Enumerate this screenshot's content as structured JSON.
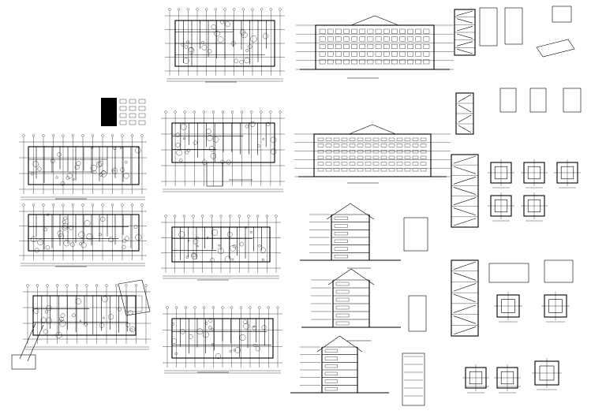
{
  "sheet": {
    "background": "#ffffff",
    "ink": "#000000"
  },
  "legend": {
    "rows": 4,
    "cols": 3
  },
  "drawings": [
    {
      "kind": "floor-plan"
    },
    {
      "kind": "floor-plan"
    },
    {
      "kind": "floor-plan"
    },
    {
      "kind": "floor-plan"
    },
    {
      "kind": "floor-plan"
    },
    {
      "kind": "floor-plan"
    },
    {
      "kind": "floor-plan"
    },
    {
      "kind": "elevation"
    },
    {
      "kind": "elevation"
    },
    {
      "kind": "section"
    },
    {
      "kind": "section"
    },
    {
      "kind": "section"
    },
    {
      "kind": "stair-section"
    },
    {
      "kind": "stair-section"
    },
    {
      "kind": "stair-section"
    },
    {
      "kind": "detail"
    }
  ]
}
